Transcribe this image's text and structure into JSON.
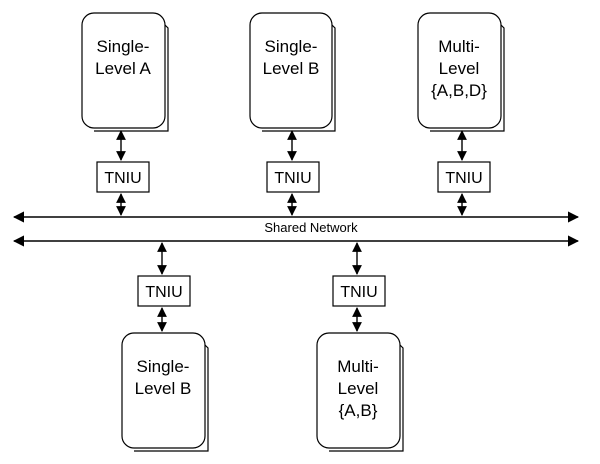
{
  "network": {
    "label": "Shared Network"
  },
  "hosts_top": [
    {
      "id": "host-single-level-a",
      "lines": [
        "Single-",
        "Level A"
      ]
    },
    {
      "id": "host-single-level-b-top",
      "lines": [
        "Single-",
        "Level B"
      ]
    },
    {
      "id": "host-multi-level-abd",
      "lines": [
        "Multi-",
        "Level",
        "{A,B,D}"
      ]
    }
  ],
  "hosts_bottom": [
    {
      "id": "host-single-level-b-bottom",
      "lines": [
        "Single-",
        "Level B"
      ]
    },
    {
      "id": "host-multi-level-ab",
      "lines": [
        "Multi-",
        "Level",
        "{A,B}"
      ]
    }
  ],
  "tniu": {
    "label": "TNIU"
  },
  "colors": {
    "stroke": "#000000",
    "fill": "#ffffff",
    "background": "#ffffff"
  }
}
